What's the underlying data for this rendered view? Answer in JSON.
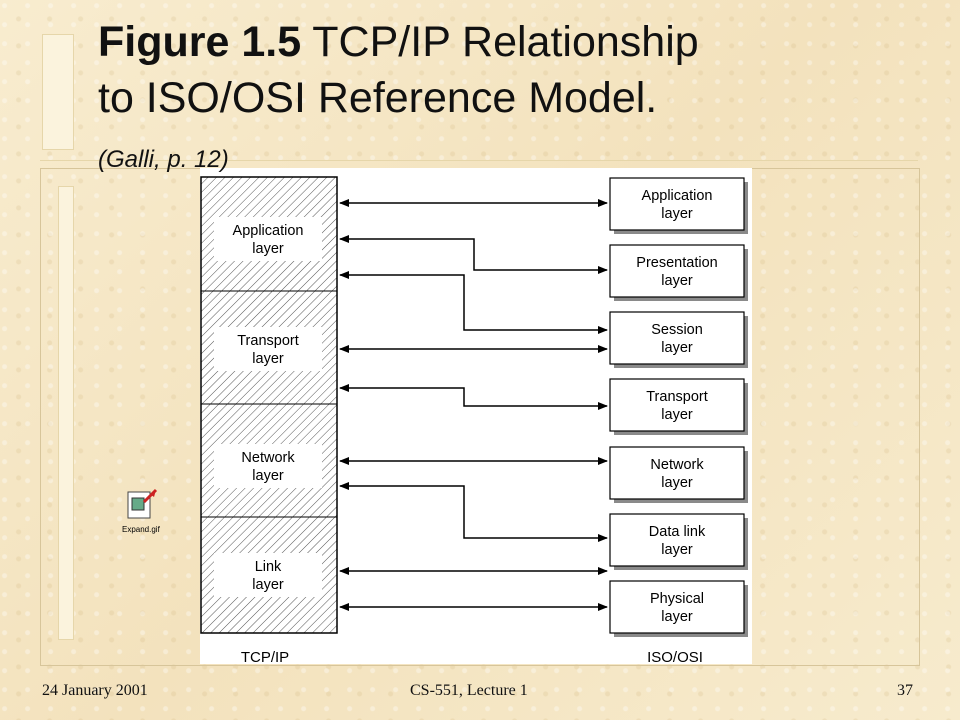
{
  "slide": {
    "title_bold": "Figure 1.5",
    "title_rest_line1": " TCP/IP Relationship",
    "title_line2": "to ISO/OSI Reference Model.",
    "subtitle": "(Galli, p. 12)"
  },
  "diagram": {
    "tcpip_layers": [
      "Application layer",
      "Transport layer",
      "Network layer",
      "Link layer"
    ],
    "osi_layers": [
      "Application layer",
      "Presentation layer",
      "Session layer",
      "Transport layer",
      "Network layer",
      "Data link layer",
      "Physical layer"
    ],
    "tcpip_caption": "TCP/IP",
    "osi_caption": "ISO/OSI"
  },
  "icon": {
    "label": "Expand.gif",
    "name": "expand-gif-icon"
  },
  "footer": {
    "date": "24 January 2001",
    "course": "CS-551, Lecture 1",
    "page": "37"
  }
}
